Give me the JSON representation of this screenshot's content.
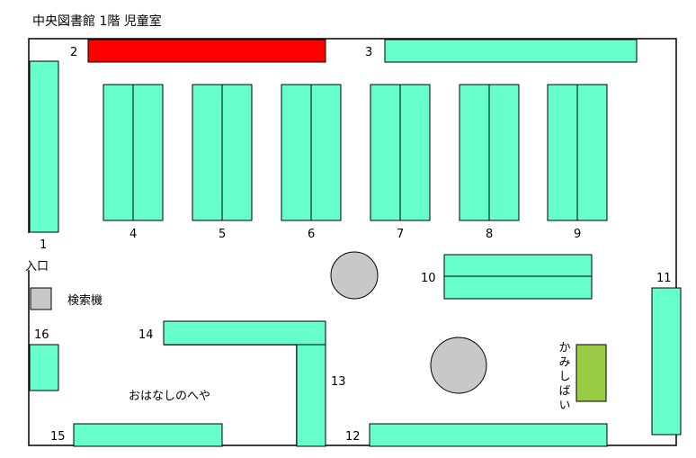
{
  "title": "中央図書館 1階 児童室",
  "labels": {
    "s1": "1",
    "s2": "2",
    "s3": "3",
    "s4": "4",
    "s5": "5",
    "s6": "6",
    "s7": "7",
    "s8": "8",
    "s9": "9",
    "s10": "10",
    "s11": "11",
    "s12": "12",
    "s13": "13",
    "s14": "14",
    "s15": "15",
    "s16": "16"
  },
  "entrance": "入口",
  "search_machine": "検索機",
  "story_room": "おはなしのへや",
  "kamishibai": "かみしばい",
  "colors": {
    "shelf": "#66ffcc",
    "highlight": "#ff0000",
    "kamishibai": "#99cc44",
    "search": "#c8c8c8"
  }
}
